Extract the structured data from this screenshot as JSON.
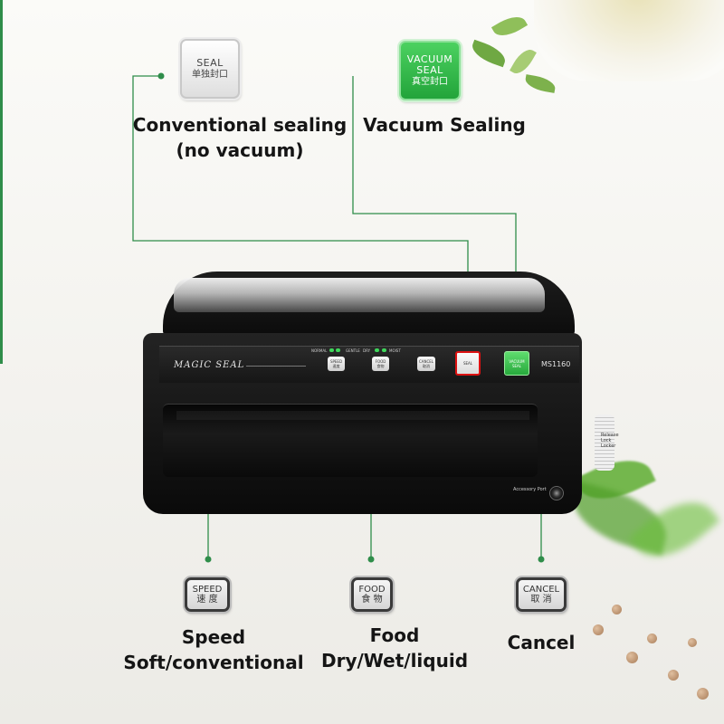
{
  "top": {
    "seal_button": {
      "line1": "SEAL",
      "line2": "单独封口"
    },
    "vacuum_button": {
      "line1": "VACUUM",
      "line2": "SEAL",
      "line3": "真空封口"
    },
    "conventional_caption": {
      "line1": "Conventional sealing",
      "line2": "(no vacuum)"
    },
    "vacuum_caption": "Vacuum Sealing"
  },
  "machine": {
    "brand": "MAGIC SEAL",
    "model": "MS1160",
    "accessory_port": "Accessory Port",
    "lock_label": {
      "line1": "Release",
      "line2": "Lock",
      "line3": "Locker"
    },
    "speed_key": {
      "line1": "SPEED",
      "line2": "速度"
    },
    "speed_modes": {
      "normal": "NORMAL",
      "gentle": "GENTLE"
    },
    "food_key": {
      "line1": "FOOD",
      "line2": "食物"
    },
    "food_modes": {
      "dry": "DRY",
      "moist": "MOIST"
    },
    "cancel_key": {
      "line1": "CANCEL",
      "line2": "取消"
    },
    "seal_key": "SEAL",
    "vacuum_key": "VACUUM SEAL"
  },
  "bottom": {
    "speed": {
      "line1": "SPEED",
      "line2": "速 度",
      "caption1": "Speed",
      "caption2": "Soft/conventional"
    },
    "food": {
      "line1": "FOOD",
      "line2": "食 物",
      "caption1": "Food",
      "caption2": "Dry/Wet/liquid"
    },
    "cancel": {
      "line1": "CANCEL",
      "line2": "取 消",
      "caption1": "Cancel"
    }
  },
  "colors": {
    "accent_green": "#2f8d4a",
    "vacuum_button": "#2fb546",
    "seal_outline_red": "#d11111"
  }
}
